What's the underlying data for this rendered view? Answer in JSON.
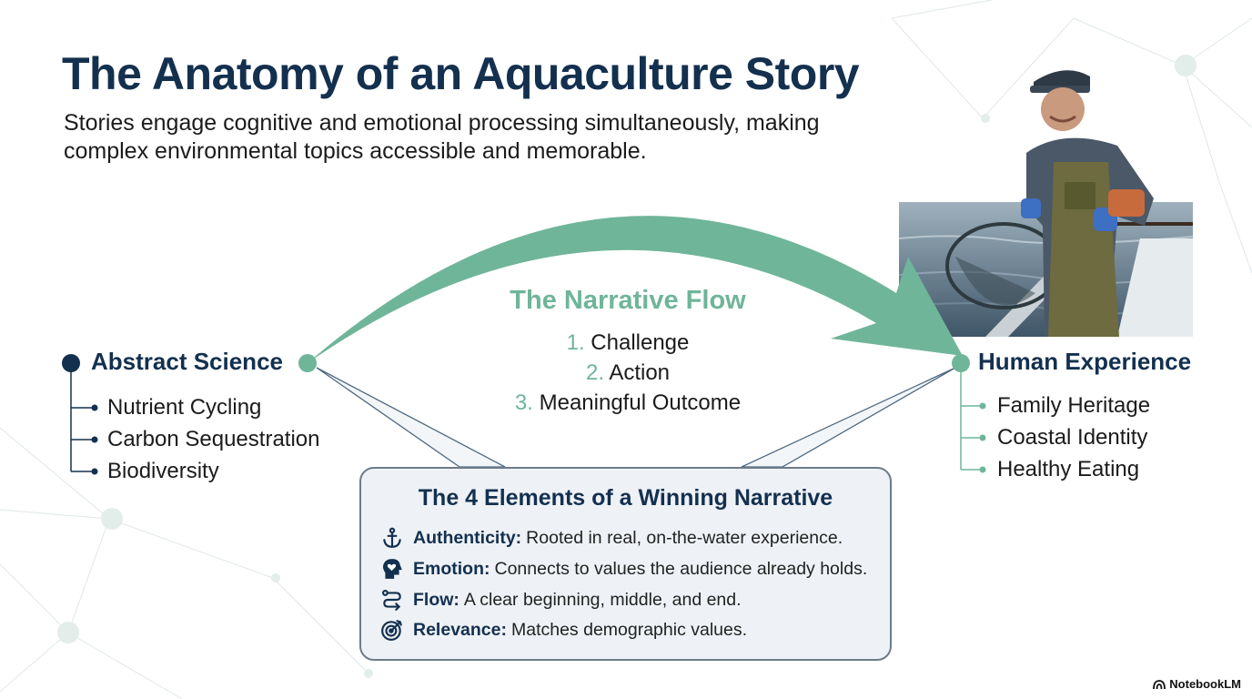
{
  "title": "The Anatomy of an Aquaculture Story",
  "subtitle": "Stories engage cognitive and emotional processing simultaneously, making complex environmental topics accessible and memorable.",
  "narrative_flow": {
    "title": "The Narrative Flow",
    "steps": [
      {
        "num": "1.",
        "label": "Challenge"
      },
      {
        "num": "2.",
        "label": "Action"
      },
      {
        "num": "3.",
        "label": "Meaningful Outcome"
      }
    ]
  },
  "abstract_science": {
    "title": "Abstract Science",
    "items": [
      "Nutrient Cycling",
      "Carbon Sequestration",
      "Biodiversity"
    ]
  },
  "human_experience": {
    "title": "Human Experience",
    "items": [
      "Family Heritage",
      "Coastal Identity",
      "Healthy Eating"
    ]
  },
  "elements_box": {
    "title": "The 4 Elements of a Winning Narrative",
    "items": [
      {
        "icon": "anchor-icon",
        "label": "Authenticity:",
        "text": "Rooted in real, on-the-water experience."
      },
      {
        "icon": "heart-head-icon",
        "label": "Emotion:",
        "text": "Connects to values the audience already holds."
      },
      {
        "icon": "flow-path-icon",
        "label": "Flow:",
        "text": "A clear beginning, middle, and end."
      },
      {
        "icon": "target-icon",
        "label": "Relevance:",
        "text": "Matches demographic values."
      }
    ]
  },
  "brand": "NotebookLM",
  "colors": {
    "navy": "#14304f",
    "accent_green": "#6fb59a",
    "box_fill": "#eef2f6",
    "box_border": "#6e7b88"
  }
}
